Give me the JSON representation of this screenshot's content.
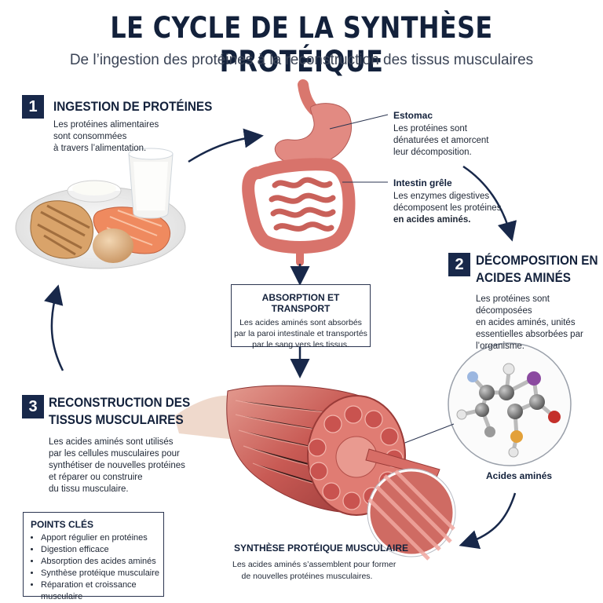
{
  "header": {
    "title": "LE CYCLE DE LA SYNTHÈSE PROTÉIQUE",
    "subtitle": "De l’ingestion des protéines à la reconstruction des tissus musculaires"
  },
  "step1": {
    "number": "1",
    "title": "INGESTION DE PROTÉINES",
    "text": [
      "Les protéines alimentaires",
      "sont consommées",
      "à travers l’alimentation."
    ]
  },
  "stomach": {
    "label": "Estomac",
    "text": [
      "Les protéines sont",
      "dénaturées et amorcent",
      "leur décomposition."
    ]
  },
  "intestine": {
    "label": "Intestin grêle",
    "text": [
      "Les enzymes digestives",
      "décomposent les protéines"
    ],
    "text_bold": "en acides aminés."
  },
  "step2": {
    "number": "2",
    "title_lines": [
      "DÉCOMPOSITION EN",
      "ACIDES AMINÉS"
    ],
    "text": [
      "Les protéines sont décomposées",
      "en acides aminés, unités",
      "essentielles absorbées par",
      "l’organisme."
    ]
  },
  "absorption": {
    "title": "ABSORPTION ET TRANSPORT",
    "text": [
      "Les acides aminés sont absorbés",
      "par la paroi intestinale et transportés",
      "par le sang vers les tissus."
    ]
  },
  "step3": {
    "number": "3",
    "title_lines": [
      "RECONSTRUCTION DES",
      "TISSUS MUSCULAIRES"
    ],
    "text": [
      "Les acides aminés sont utilisés",
      "par les cellules musculaires pour",
      "synthétiser de nouvelles protéines",
      "et réparer ou construire",
      "du tissu musculaire."
    ]
  },
  "amino_acids": {
    "label": "Acides aminés"
  },
  "synthesis": {
    "title": "SYNTHÈSE PROTÉIQUE MUSCULAIRE",
    "text": [
      "Les acides aminés s’assemblent pour former",
      "de nouvelles protéines musculaires."
    ]
  },
  "key_points": {
    "title": "POINTS CLÉS",
    "items": [
      "Apport régulier en protéines",
      "Digestion efficace",
      "Absorption des acides aminés",
      "Synthèse protéique musculaire",
      "Réparation et croissance musculaire"
    ]
  },
  "colors": {
    "navy": "#18284a",
    "muscle": "#c65a55",
    "tissue": "#e58d86"
  }
}
